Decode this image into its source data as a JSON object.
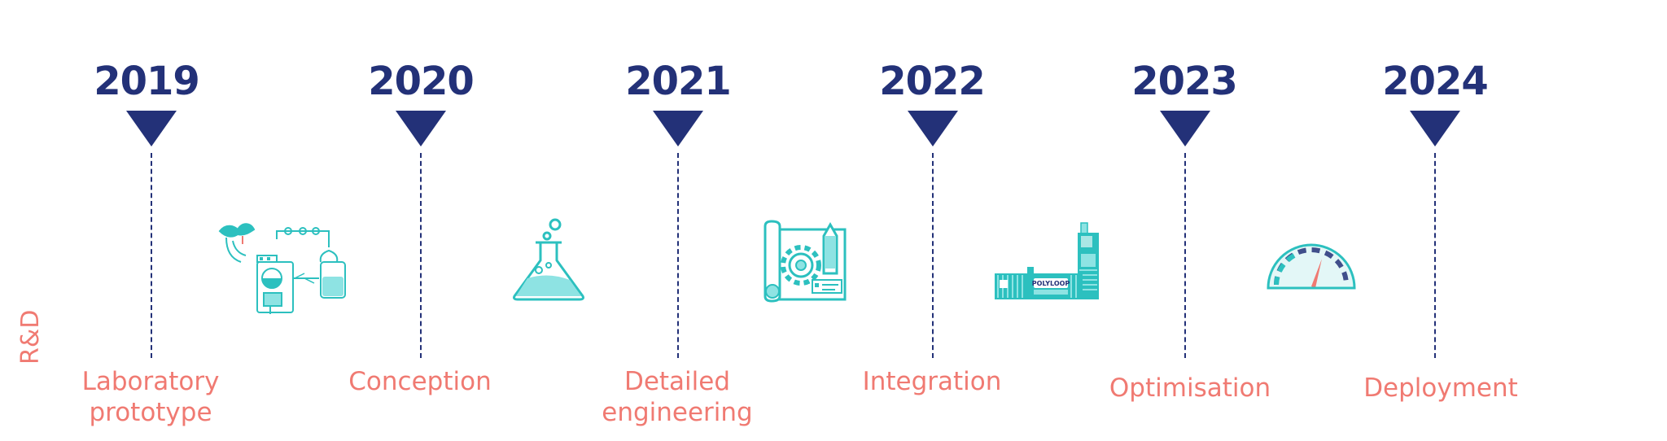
{
  "side_label": "R&D",
  "years": [
    "2019",
    "2020",
    "2021",
    "2022",
    "2023",
    "2024"
  ],
  "stages": [
    "Laboratory\nprototype",
    "Conception",
    "Detailed\nengineering",
    "Integration",
    "Optimisation",
    "Deployment"
  ],
  "container_text": "POLYLOOP",
  "colors": {
    "navy": "#233178",
    "coral": "#f07a72",
    "teal": "#2cc0bf",
    "light_teal": "#8ee3e3"
  },
  "icons": [
    "lab-equipment-icon",
    "flask-icon",
    "blueprint-gear-icon",
    "container-plant-icon",
    "speedometer-icon"
  ]
}
